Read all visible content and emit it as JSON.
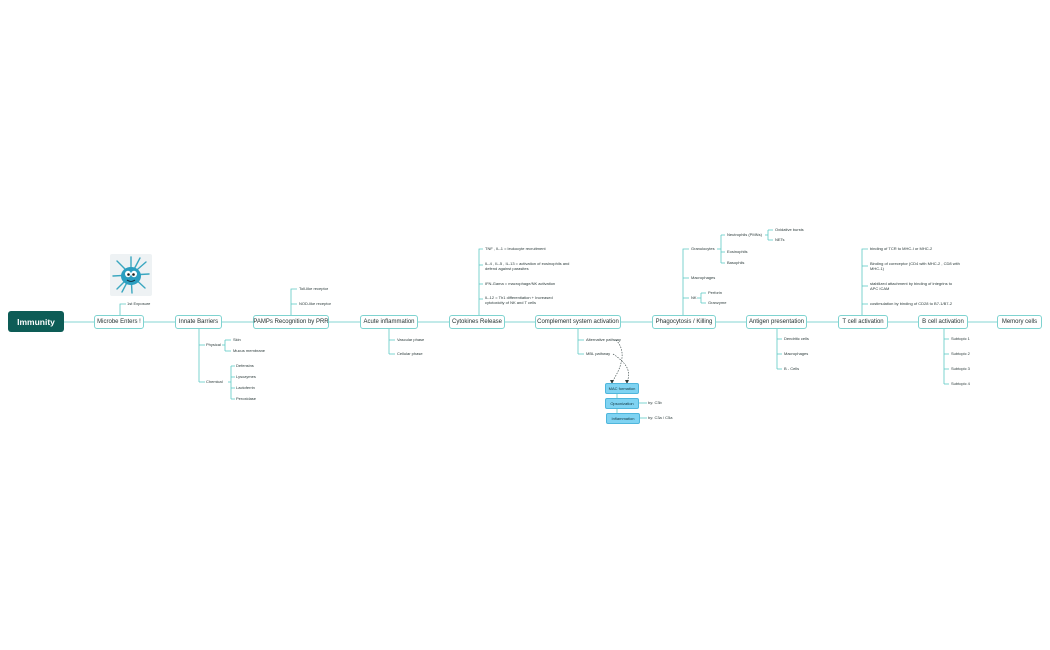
{
  "root": "Immunity",
  "stages": [
    "Microbe Enters !",
    "Innate Barriers",
    "PAMPs Recognition by PRR",
    "Acute inflammation",
    "Cytokines Release",
    "Complement system activation",
    "Phagocytosis / Killing",
    "Antigen presentation",
    "T cell activation",
    "B cell activation",
    "Memory cells"
  ],
  "microbe": {
    "caption": "1st Exposure",
    "image": "microbe-cartoon"
  },
  "innate": {
    "physical": {
      "label": "Physical",
      "items": [
        "Skin",
        "Mucus membrane"
      ]
    },
    "chemical": {
      "label": "Chemical",
      "items": [
        "Defensins",
        "Lysozymes",
        "Lactoferrin",
        "Peroxidase"
      ]
    }
  },
  "prr": {
    "items": [
      "Toll-like receptor",
      "NOD-like receptor"
    ]
  },
  "inflammation": {
    "items": [
      "Vascular phase",
      "Cellular phase"
    ]
  },
  "cytokines": {
    "items": [
      "TNF , IL-1 = leukocyte recruitment",
      "IL-4 , IL-5 , IL-13 = activation of eosinophils and defend against parasites",
      "IFN-Gama = macrophage/NK activation",
      "IL-12 = Th1 differentiation + Increased cytotoxicity of NK and T cells"
    ]
  },
  "complement": {
    "pathways": [
      "Alternative pathway",
      "MBL pathway"
    ],
    "outcomes": [
      "MAC formation",
      "Opsonization",
      "Inflammation"
    ],
    "via": [
      "by: C3b",
      "by: C3a / C5a"
    ]
  },
  "phagocytosis": {
    "granulocytes": "Granulocytes",
    "granulocyte_items": [
      "Neutrophils (PMNs)",
      "Eosinophils",
      "Basophils"
    ],
    "neutrophil_items": [
      "Oxidative bursts",
      "NETs"
    ],
    "macrophages": "Macrophages",
    "nk": "NK",
    "nk_items": [
      "Perforin",
      "Granzyme"
    ]
  },
  "apc": {
    "items": [
      "Dendritic cells",
      "Macrophages",
      "B - Cells"
    ]
  },
  "tcell": {
    "items": [
      "binding of TCR to MHC-I or MHC-2",
      "Binding of coreceptor (CD4 with MHC-2 , CD8 with MHC-1)",
      "stabilized attachment by binding of integrins to APC ICAM",
      "costimulation by binding of CD28 to B7-1/B7-2"
    ]
  },
  "bcell": {
    "items": [
      "Subtopic 1",
      "Subtopic 2",
      "Subtopic 3",
      "Subtopic 4"
    ]
  },
  "colors": {
    "root": "#0d5c56",
    "line": "#5ec9c4",
    "node_border": "#7fd3d0",
    "blue": "#7fd3f2"
  }
}
